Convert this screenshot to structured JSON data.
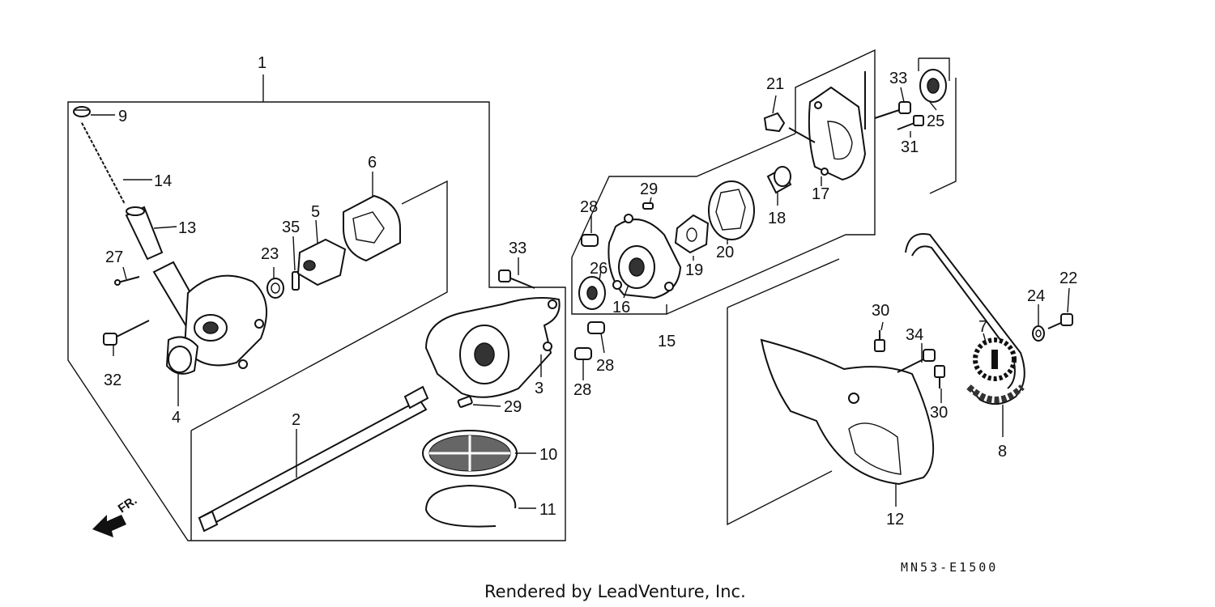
{
  "diagram": {
    "callouts": [
      "1",
      "2",
      "3",
      "4",
      "5",
      "6",
      "7",
      "8",
      "9",
      "10",
      "11",
      "12",
      "13",
      "14",
      "15",
      "16",
      "17",
      "18",
      "19",
      "20",
      "21",
      "22",
      "23",
      "24",
      "25",
      "26",
      "27",
      "28",
      "29",
      "30",
      "31",
      "32",
      "33",
      "34",
      "35"
    ],
    "front_marker": "FR.",
    "drawing_code": "MN53-E1500",
    "credit": "Rendered by LeadVenture, Inc."
  }
}
